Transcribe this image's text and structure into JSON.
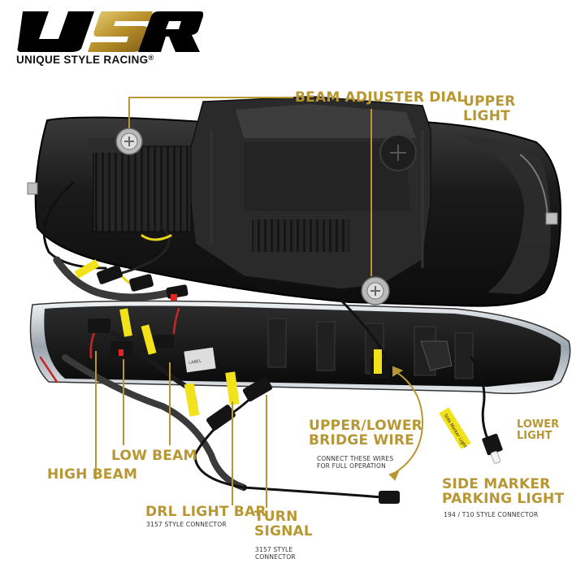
{
  "brand": {
    "logo_letters": "USR",
    "name": "UNIQUE STYLE RACING",
    "registered": "®"
  },
  "labels": {
    "beam_adjuster": "BEAM ADJUSTER DIAL",
    "upper_light_1": "UPPER",
    "upper_light_2": "LIGHT",
    "lower_light_1": "LOWER",
    "lower_light_2": "LIGHT",
    "bridge_1": "UPPER/LOWER",
    "bridge_2": "BRIDGE WIRE",
    "bridge_note_1": "CONNECT THESE WIRES",
    "bridge_note_2": "FOR FULL OPERATION",
    "low_beam": "LOW BEAM",
    "high_beam": "HIGH BEAM",
    "drl": "DRL LIGHT BAR",
    "drl_note": "3157 STYLE CONNECTOR",
    "turn_1": "TURN",
    "turn_2": "SIGNAL",
    "turn_note_1": "3157 STYLE",
    "turn_note_2": "CONNECTOR",
    "side_marker_1": "SIDE MARKER",
    "side_marker_2": "PARKING LIGHT",
    "side_marker_note": "194 / T10 STYLE CONNECTOR",
    "tag_side_marker": "Side Marker Light"
  },
  "colors": {
    "accent_gold": "#b89732",
    "wire_yellow": "#f2e21c",
    "housing": "#1b1b1b",
    "chrome": "#cfd6dc"
  }
}
